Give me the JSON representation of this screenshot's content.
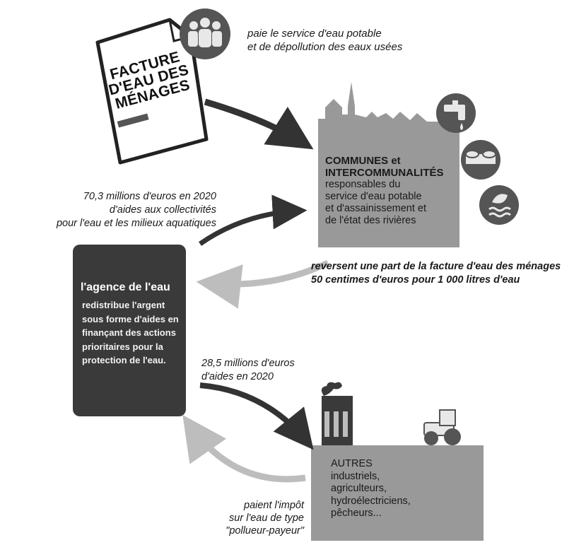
{
  "invoice": {
    "title_lines": [
      "FACTURE",
      "D'EAU DES",
      "MÉNAGES"
    ]
  },
  "captions": {
    "pays_service": [
      "paie le service d'eau potable",
      "et de dépollution des eaux usées"
    ],
    "aid_communities": [
      "70,3 millions d'euros en 2020",
      "d'aides aux collectivités",
      "pour l'eau et les milieux aquatiques"
    ],
    "reversal": [
      "reversent une part de la facture d'eau des ménages",
      "50 centimes d'euros pour 1 000 litres d'eau"
    ],
    "aid_others": [
      "28,5 millions d'euros",
      "d'aides en 2020"
    ],
    "pollutor_pays": [
      "paient l'impôt",
      "sur l'eau de type",
      "\"pollueur-payeur\""
    ]
  },
  "communes": {
    "heading_lines": [
      "COMMUNES et",
      "INTERCOMMUNALITÉS"
    ],
    "description_lines": [
      "responsables du",
      "service d'eau potable",
      "et d'assainissement et",
      "de l'état des rivières"
    ]
  },
  "agency": {
    "title": "l'agence de l'eau",
    "description_lines": [
      "redistribue l'argent",
      "sous forme d'aides en",
      "finançant des actions",
      "prioritaires pour la",
      "protection de l'eau."
    ]
  },
  "others": {
    "lines": [
      "AUTRES",
      "industriels,",
      "agriculteurs,",
      "hydroélectriciens,",
      "pêcheurs..."
    ]
  },
  "colors": {
    "dark_arrow": "#333333",
    "light_arrow": "#bdbdbd",
    "box_gray": "#999999",
    "agency_box": "#3a3a3a",
    "icon_circle": "#555555"
  },
  "icons": [
    "people-icon",
    "faucet-icon",
    "pipes-icon",
    "river-leaf-icon",
    "factory-icon",
    "tractor-icon"
  ]
}
